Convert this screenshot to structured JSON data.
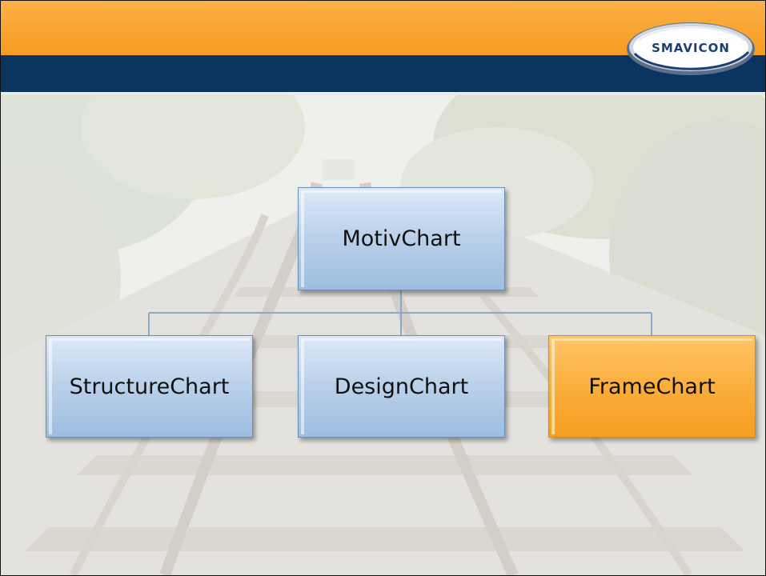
{
  "logo": {
    "text": "SMAVICON"
  },
  "colors": {
    "header_orange": "#f8a430",
    "header_blue": "#0b345e",
    "node_blue": "#b9d0ea",
    "node_orange": "#fbae3c",
    "connector": "#8aa9c8"
  },
  "org_chart": {
    "root": {
      "label": "MotivChart",
      "color": "blue"
    },
    "children": [
      {
        "label": "StructureChart",
        "color": "blue"
      },
      {
        "label": "DesignChart",
        "color": "blue"
      },
      {
        "label": "FrameChart",
        "color": "orange"
      }
    ]
  }
}
